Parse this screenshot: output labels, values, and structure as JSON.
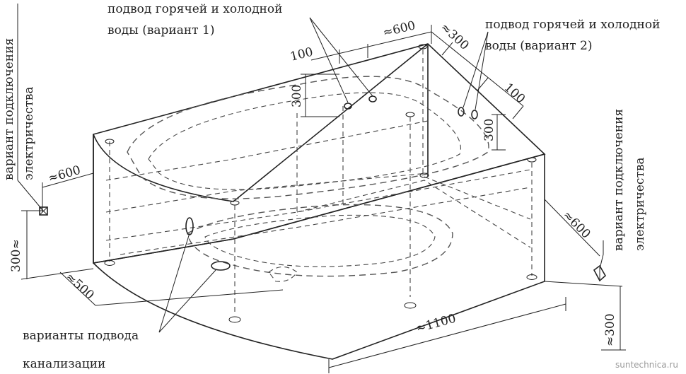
{
  "labels": {
    "supply_v1_line1": "подвод горячей и холодной",
    "supply_v1_line2": "воды (вариант 1)",
    "supply_v2_line1": "подвод горячей и холодной",
    "supply_v2_line2": "воды (вариант 2)",
    "electric_left_line1": "вариант подключения",
    "electric_left_line2": "электричества",
    "electric_right_line1": "вариант подключения",
    "electric_right_line2": "электричества",
    "drain_line1": "варианты подвода",
    "drain_line2": "канализации"
  },
  "dimensions": {
    "top_100": "100",
    "top_600": "≈600",
    "top_300": "300",
    "right_300": "≈300",
    "right_100": "100",
    "right_300_vertical": "300",
    "left_600": "≈600",
    "left_300": "300≈",
    "left_500": "≈500",
    "bottom_1100": "≈1100",
    "right_600": "≈600",
    "bottom_right_300": "≈300"
  },
  "watermark": "suntechnica.ru"
}
